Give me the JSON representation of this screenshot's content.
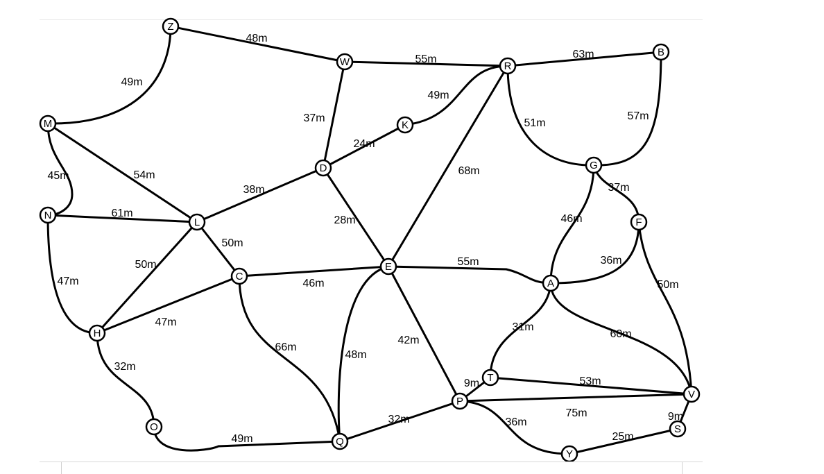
{
  "colors": {
    "edge": "#000000",
    "node_fill": "#ffffff",
    "text": "#000000"
  },
  "nodes": [
    "Z",
    "W",
    "R",
    "B",
    "M",
    "K",
    "D",
    "G",
    "N",
    "L",
    "F",
    "C",
    "E",
    "A",
    "H",
    "T",
    "V",
    "P",
    "O",
    "Q",
    "S",
    "Y"
  ],
  "edge_labels": {
    "ZW": "48m",
    "ZM": "49m",
    "WR": "55m",
    "RB": "63m",
    "WD": "37m",
    "RK": "49m",
    "RG": "51m",
    "BG": "57m",
    "KD": "24m",
    "RE": "68m",
    "MN": "45m",
    "ML": "54m",
    "DL": "38m",
    "GF": "37m",
    "GA": "46m",
    "NL": "61m",
    "DE": "28m",
    "LC": "50m",
    "EA": "55m",
    "AF": "36m",
    "FV": "50m",
    "NH": "47m",
    "HL": "50m",
    "CE": "46m",
    "HC": "47m",
    "AT": "31m",
    "AV": "60m",
    "EP": "42m",
    "CQ": "66m",
    "EQ": "48m",
    "HO": "32m",
    "PT": "9m",
    "TV": "53m",
    "PV": "75m",
    "VS": "9m",
    "PQ": "32m",
    "PY": "36m",
    "OQ": "49m",
    "SY": "25m"
  }
}
